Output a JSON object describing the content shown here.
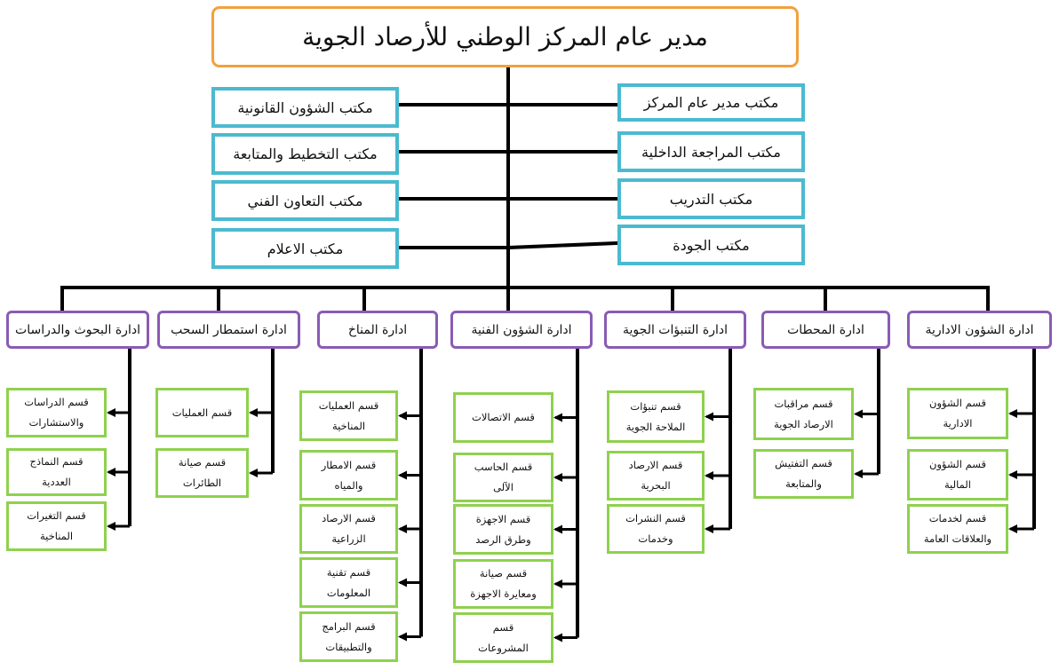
{
  "top": "مدير عام المركز الوطني للأرصاد الجوية",
  "offices_right": [
    "مكتب مدير عام المركز",
    "مكتب المراجعة الداخلية",
    "مكتب التدريب",
    "مكتب الجودة"
  ],
  "offices_left": [
    "مكتب الشؤون القانونية",
    "مكتب التخطيط والمتابعة",
    "مكتب التعاون الفني",
    "مكتب الاعلام"
  ],
  "departments": [
    {
      "name": "ادارة البحوث والدراسات",
      "sections": [
        "قسم الدراسات والاستشارات",
        "قسم النماذج العددية",
        "قسم التغيرات المناخية"
      ]
    },
    {
      "name": "ادارة استمطار السحب",
      "sections": [
        "قسم العمليات",
        "قسم صيانة الطائرات"
      ]
    },
    {
      "name": "ادارة المناخ",
      "sections": [
        "قسم العمليات المناخية",
        "قسم الامطار والمياه",
        "قسم الارصاد الزراعية",
        "قسم تقنية المعلومات",
        "قسم البرامج والتطبيقات"
      ]
    },
    {
      "name": "ادارة الشؤون الفنية",
      "sections": [
        "قسم الاتصالات",
        "قسم الحاسب الآلى",
        "قسم الاجهزة وطرق الرصد",
        "قسم صيانة ومعايرة الاجهزة",
        "قسم المشروعات"
      ]
    },
    {
      "name": "ادارة التنبؤات الجوية",
      "sections": [
        "قسم تنبؤات الملاحة الجوية",
        "قسم الارصاد البحرية",
        "قسم النشرات وخدمات"
      ]
    },
    {
      "name": "ادارة المحطات",
      "sections": [
        "قسم مراقبات الارصاد الجوية",
        "قسم التفتيش والمتابعة"
      ]
    },
    {
      "name": "ادارة الشؤون الادارية",
      "sections": [
        "قسم الشؤون الادارية",
        "قسم الشؤون المالية",
        "قسم لخدمات والعلاقات العامة"
      ]
    }
  ],
  "colors": {
    "top_border": "#f2a03d",
    "office_border": "#4bbad0",
    "dept_border": "#8a5bb4",
    "section_border": "#8fd14f",
    "lines": "#000000"
  }
}
